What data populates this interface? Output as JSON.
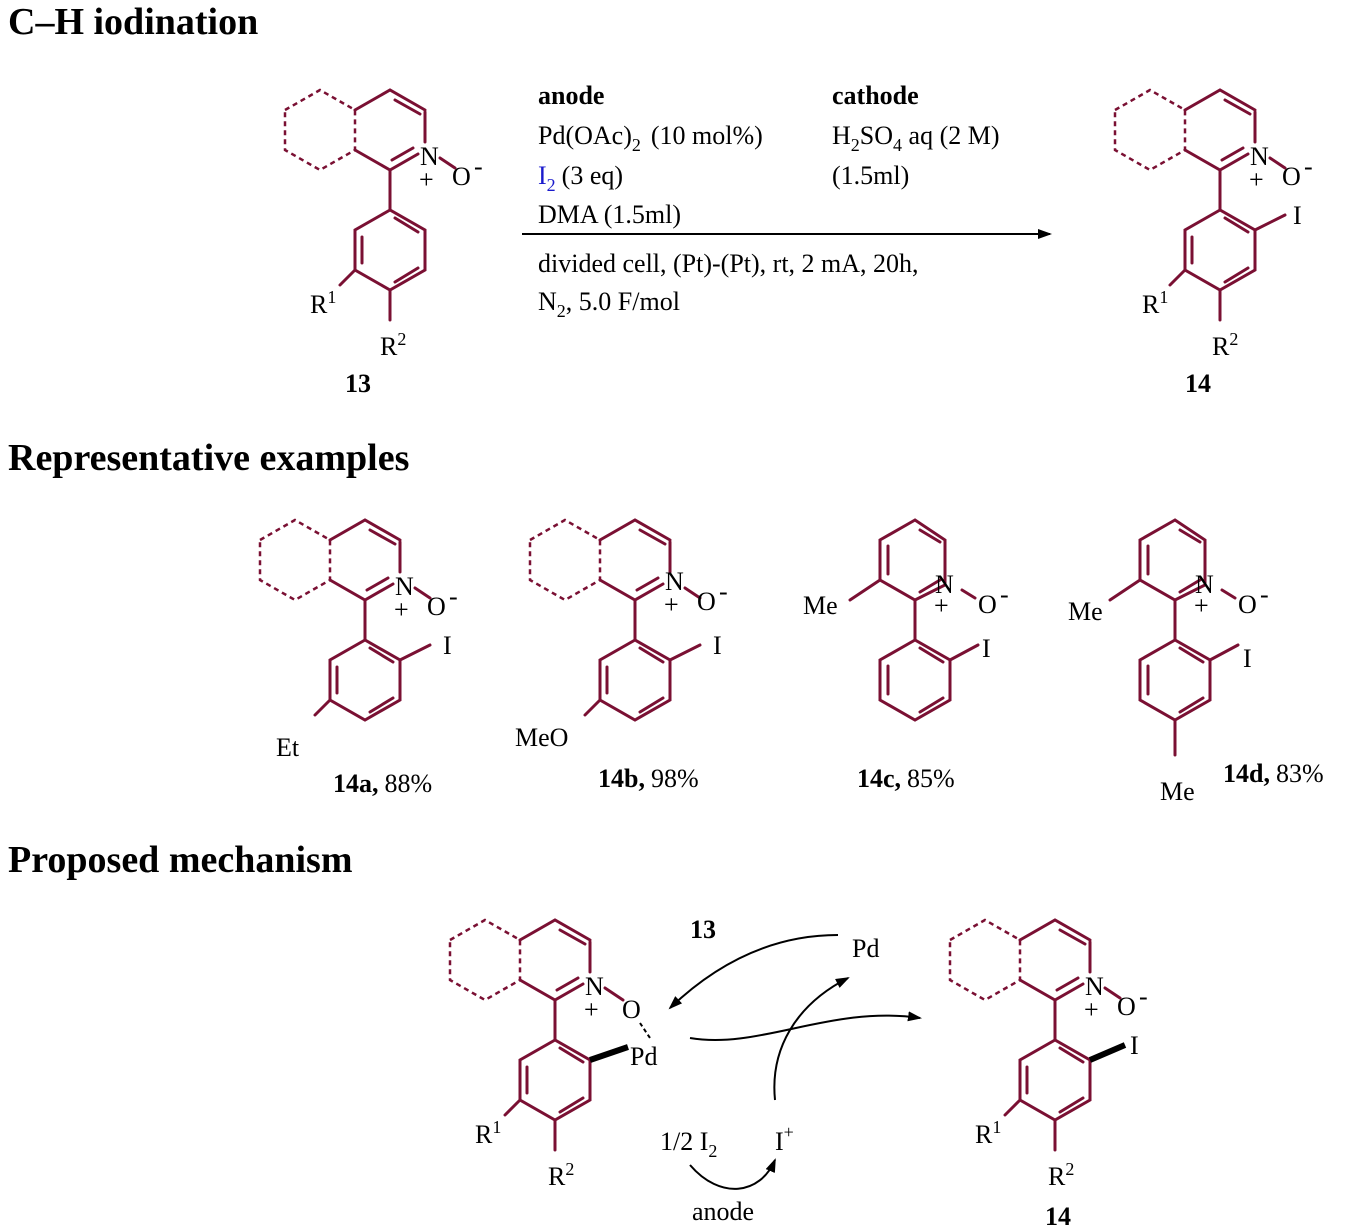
{
  "headings": {
    "ch_iodination": "C–H iodination",
    "examples": "Representative examples",
    "mechanism": "Proposed mechanism"
  },
  "conditions": {
    "anode_title": "anode",
    "cathode_title": "cathode",
    "pd_line": "Pd(OAc)",
    "pd_sub": "2",
    "pd_load": "(10 mol%)",
    "i2": "I",
    "i2_sub": "2",
    "i2_eq": "(3 eq)",
    "dma": "DMA (1.5ml)",
    "h2so4_a": "H",
    "h2so4_s1": "2",
    "h2so4_b": "SO",
    "h2so4_s2": "4",
    "h2so4_c": " aq (2 M)",
    "cathode_vol": "(1.5ml)",
    "line1": "divided cell, (Pt)-(Pt), rt, 2 mA, 20h,",
    "line2_a": "N",
    "line2_sub": "2",
    "line2_b": ", 5.0 F/mol"
  },
  "atoms": {
    "N": "N",
    "O": "O",
    "plus": "+",
    "minus": "-",
    "I": "I",
    "R": "R",
    "one": "1",
    "two": "2",
    "Et": "Et",
    "MeO": "MeO",
    "Me": "Me",
    "Pd": "Pd"
  },
  "compounds": {
    "c13": "13",
    "c14": "14",
    "c14a": "14a,",
    "c14a_yield": "88%",
    "c14b": "14b,",
    "c14b_yield": "98%",
    "c14c": "14c,",
    "c14c_yield": "85%",
    "c14d": "14d,",
    "c14d_yield": "83%"
  },
  "mechanism": {
    "half_i2_a": "1/2 I",
    "half_i2_sub": "2",
    "i_plus": "I",
    "i_plus_sup": "+",
    "anode": "anode",
    "pd": "Pd",
    "c13": "13",
    "c14": "14"
  },
  "colors": {
    "bond": "#7a1033",
    "substituent": "#e60de6",
    "iodine": "#1a1acc",
    "oxygen": "#e00000",
    "text": "#000000"
  }
}
